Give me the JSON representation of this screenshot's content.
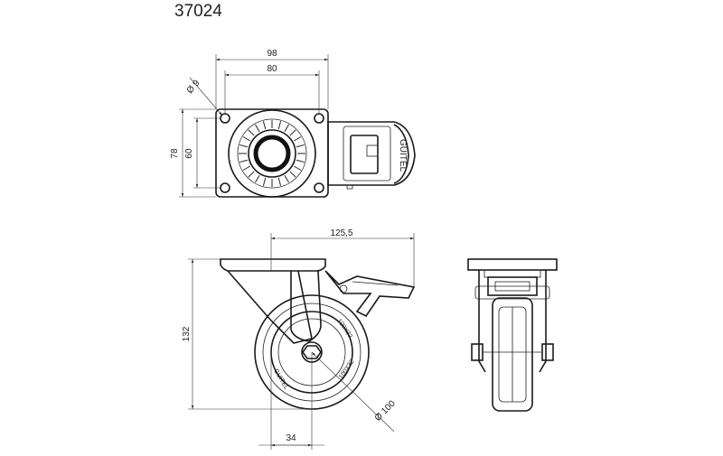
{
  "drawing": {
    "part_number": "37024",
    "brand": "GUITEL",
    "wheel_marking": "100X32",
    "top_view": {
      "dim_plate_width": "98",
      "dim_hole_spacing_x": "80",
      "dim_hole_diameter": "Ø 9",
      "dim_plate_height": "78",
      "dim_hole_spacing_y": "60"
    },
    "side_view": {
      "dim_overall_length": "125,5",
      "dim_height": "132",
      "dim_offset": "34",
      "dim_wheel_diameter": "Ø 100"
    }
  }
}
